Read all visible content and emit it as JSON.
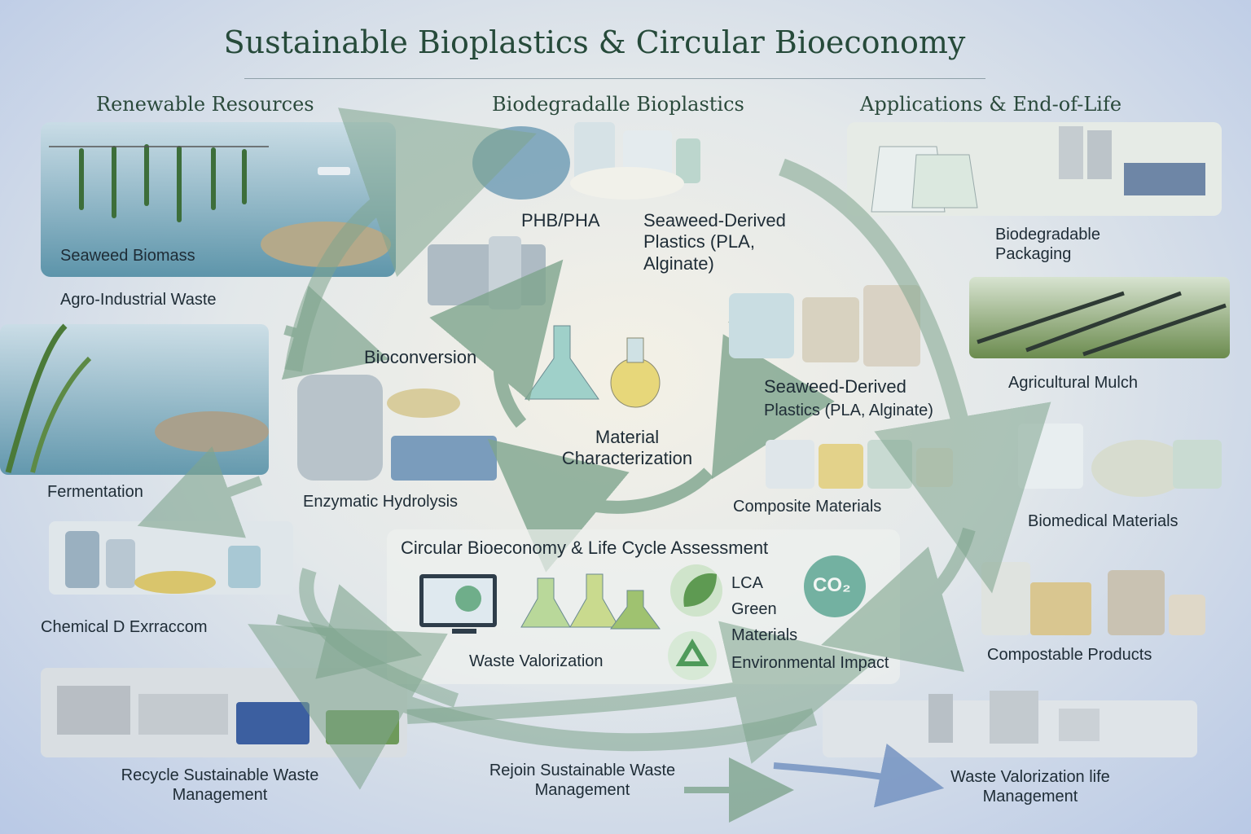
{
  "title": "Sustainable Bioplastics & Circular Bioeconomy",
  "columns": {
    "left": "Renewable Resources",
    "center": "Biodegradalle Bioplastics",
    "right": "Applications & End-of-Life"
  },
  "left": {
    "seaweed": "Seaweed Biomass",
    "agro": "Agro-Industrial Waste",
    "fermentation": "Fermentation",
    "chemical": "Chemical D Exrraccom",
    "recycle": "Recycle Sustainable Waste Management"
  },
  "center": {
    "phb": "PHB/PHA",
    "seaweed_top": "Seaweed-Derived Plastics (PLA, Alginate)",
    "bioconversion": "Bioconversion",
    "enzymatic": "Enzymatic Hydrolysis",
    "material": "Material Characterization",
    "seaweed_mid": "Seaweed-Derived",
    "seaweed_mid2": "Plastics (PLA, Alginate)",
    "composite": "Composite Materials",
    "lca_title": "Circular Bioeconomy & Life Cycle Assessment",
    "lca": "LCA",
    "green": "Green",
    "materials": "Materials",
    "impact": "Environmental Impact",
    "waste_val": "Waste Valorization",
    "co2": "CO₂",
    "rejoin": "Rejoin Sustainable Waste Management"
  },
  "right": {
    "packaging": "Biodegradable Packaging",
    "mulch": "Agricultural Mulch",
    "biomedical": "Biomedical Materials",
    "compostable": "Compostable Products",
    "waste": "Waste Valorization life Management"
  },
  "colors": {
    "arrow": "#7fa58e",
    "arrow_blue": "#6f8fbf",
    "water": "#5f8fa8",
    "plant": "#5d8a46"
  },
  "icons": [
    "leaf-icon",
    "recycle-icon",
    "co2-icon",
    "monitor-icon",
    "flask-icon"
  ]
}
